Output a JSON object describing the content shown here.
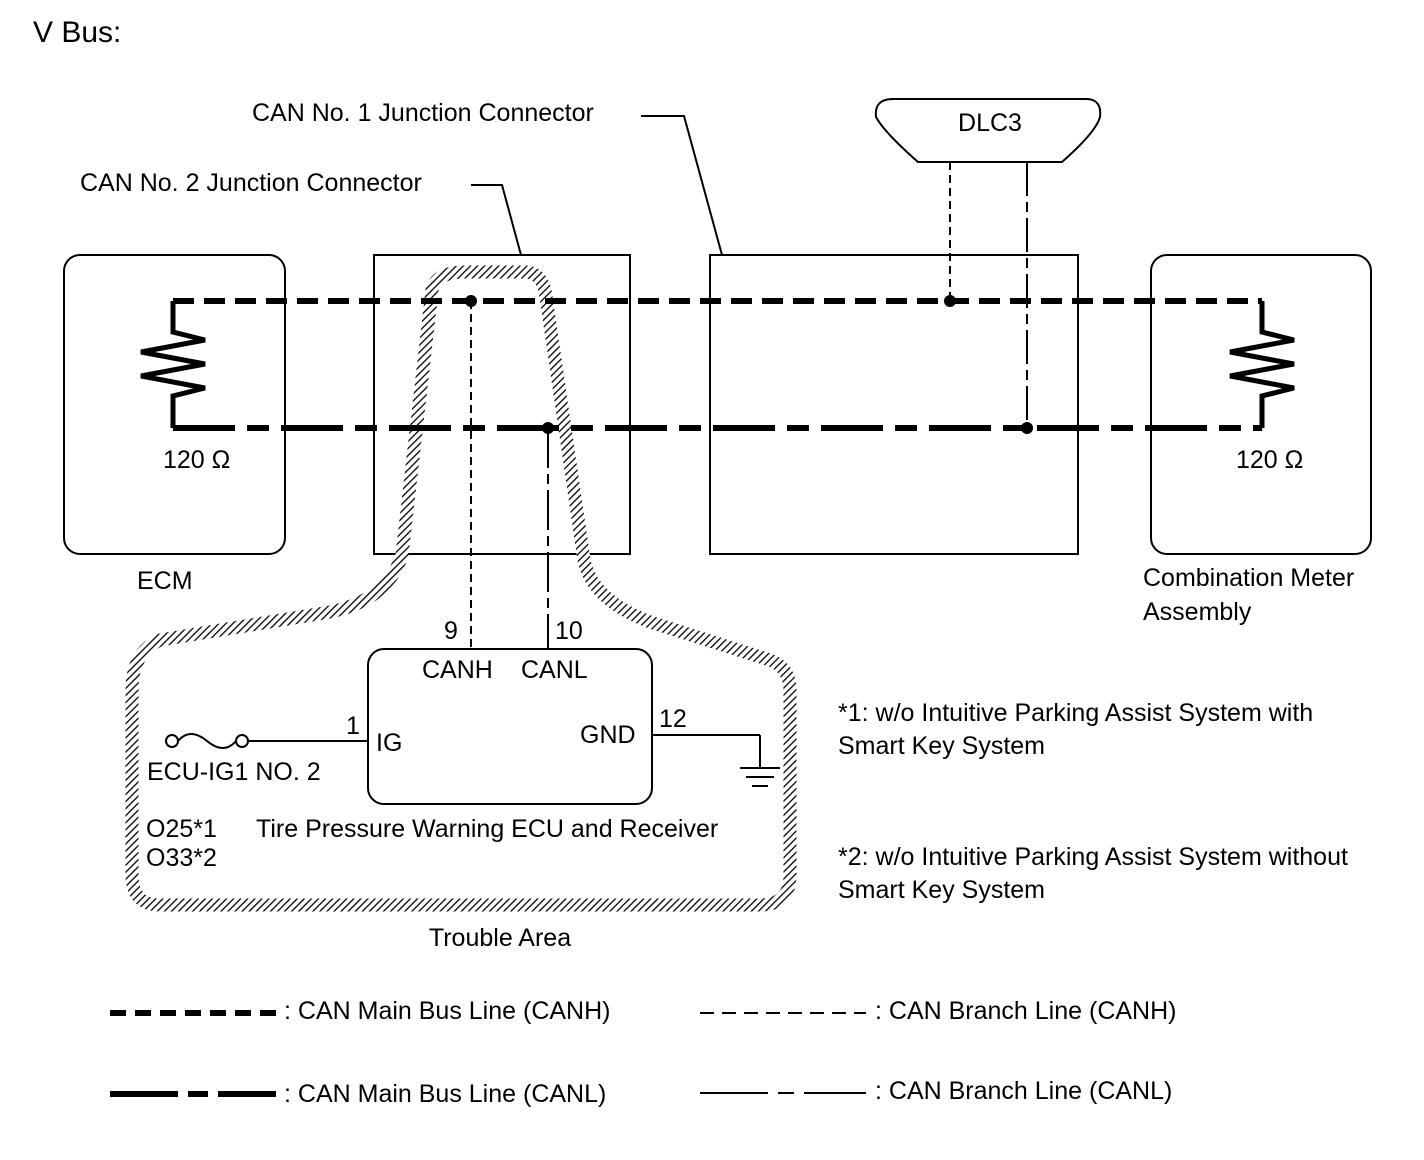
{
  "page_title": "V Bus:",
  "labels": {
    "can1_junction": "CAN No. 1 Junction Connector",
    "can2_junction": "CAN No. 2 Junction Connector",
    "dlc3": "DLC3",
    "ecm": "ECM",
    "ecm_resistor": "120 Ω",
    "meter_resistor": "120 Ω",
    "meter_line1": "Combination Meter",
    "meter_line2": "Assembly",
    "pin9": "9",
    "pin10": "10",
    "canh": "CANH",
    "canl": "CANL",
    "pin1": "1",
    "ig": "IG",
    "gnd": "GND",
    "pin12": "12",
    "fuse": "ECU-IG1 NO. 2",
    "conn_o25": "O25*1",
    "conn_o33": "O33*2",
    "tpw_ecu": "Tire Pressure Warning ECU and Receiver",
    "trouble_area": "Trouble Area"
  },
  "notes": {
    "note1_line1": "*1: w/o Intuitive Parking Assist System with",
    "note1_line2": "Smart Key System",
    "note2_line1": "*2: w/o Intuitive Parking Assist System without",
    "note2_line2": "Smart Key System"
  },
  "legend": {
    "main_canh": ": CAN Main Bus Line (CANH)",
    "branch_canh": ": CAN Branch Line (CANH)",
    "main_canl": ": CAN Main Bus Line (CANL)",
    "branch_canl": ": CAN Branch Line (CANL)"
  }
}
